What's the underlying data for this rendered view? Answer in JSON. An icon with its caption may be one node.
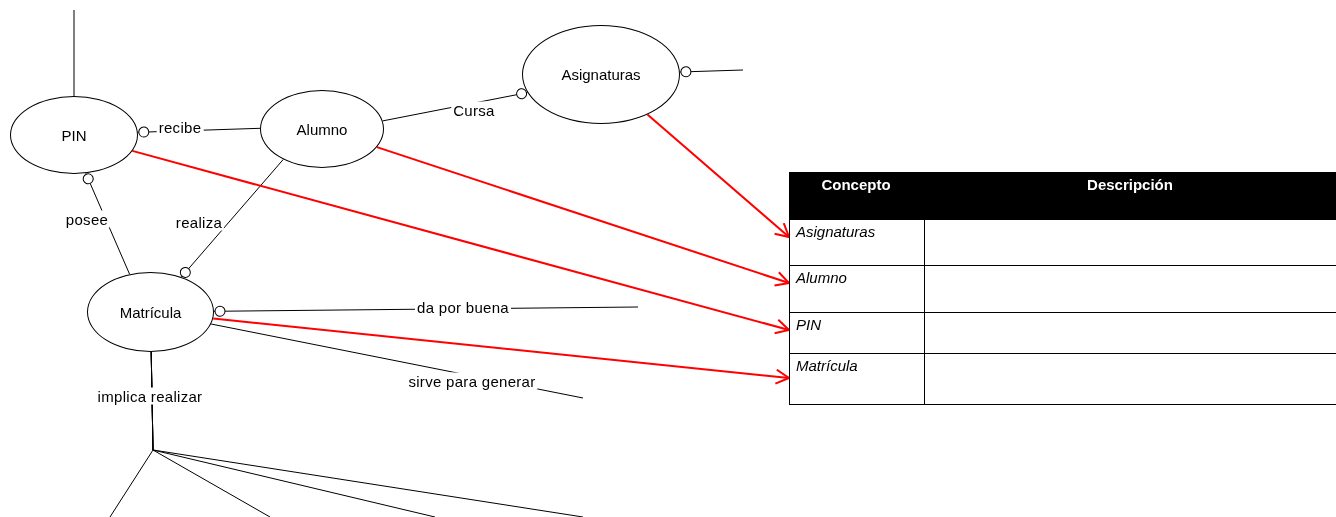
{
  "diagram": {
    "nodes": [
      {
        "text": [
          "PIN"
        ]
      },
      {
        "text": [
          "Alumno"
        ]
      },
      {
        "text": [
          "Asignaturas"
        ]
      },
      {
        "text": [
          "Matrícula"
        ]
      },
      {
        "text": [
          "Asignaturas"
        ]
      },
      {
        "text": [
          "Alumno"
        ]
      },
      {
        "text": [
          "PIN"
        ]
      },
      {
        "text": [
          "Matrícula"
        ]
      }
    ],
    "edges": [
      {
        "from": 0,
        "to": 1,
        "arrow": "other",
        "label": "recibe"
      },
      {
        "from": 2,
        "to": 1,
        "arrow": "other",
        "label": "Cursa"
      },
      {
        "from": 0,
        "to": 3,
        "arrow": "other",
        "label": "posee"
      },
      {
        "from": 3,
        "to": 1,
        "arrow": "other",
        "label": "realiza"
      },
      {
        "from": null,
        "to": 0,
        "arrow": "none"
      },
      {
        "from": 2,
        "to": null,
        "arrow": "other"
      },
      {
        "from": 3,
        "to": null,
        "arrow": "other",
        "label": "da por buena"
      },
      {
        "from": 3,
        "to": null,
        "arrow": "none",
        "label": "sirve para generar"
      },
      {
        "from": 3,
        "to": null,
        "arrow": "none",
        "label": "implica realizar"
      },
      {
        "from": 3,
        "to": null,
        "arrow": "none"
      },
      {
        "from": 3,
        "to": null,
        "arrow": "none"
      },
      {
        "from": 3,
        "to": null,
        "arrow": "none"
      },
      {
        "from": 2,
        "to": 4,
        "arrow": "to",
        "color": "#ff0000"
      },
      {
        "from": 1,
        "to": 5,
        "arrow": "to",
        "color": "#ff0000"
      },
      {
        "from": 0,
        "to": 6,
        "arrow": "to",
        "color": "#ff0000"
      },
      {
        "from": 3,
        "to": 7,
        "arrow": "to",
        "color": "#ff0000"
      }
    ],
    "labels": [
      "Concepto",
      "Descripción"
    ]
  }
}
